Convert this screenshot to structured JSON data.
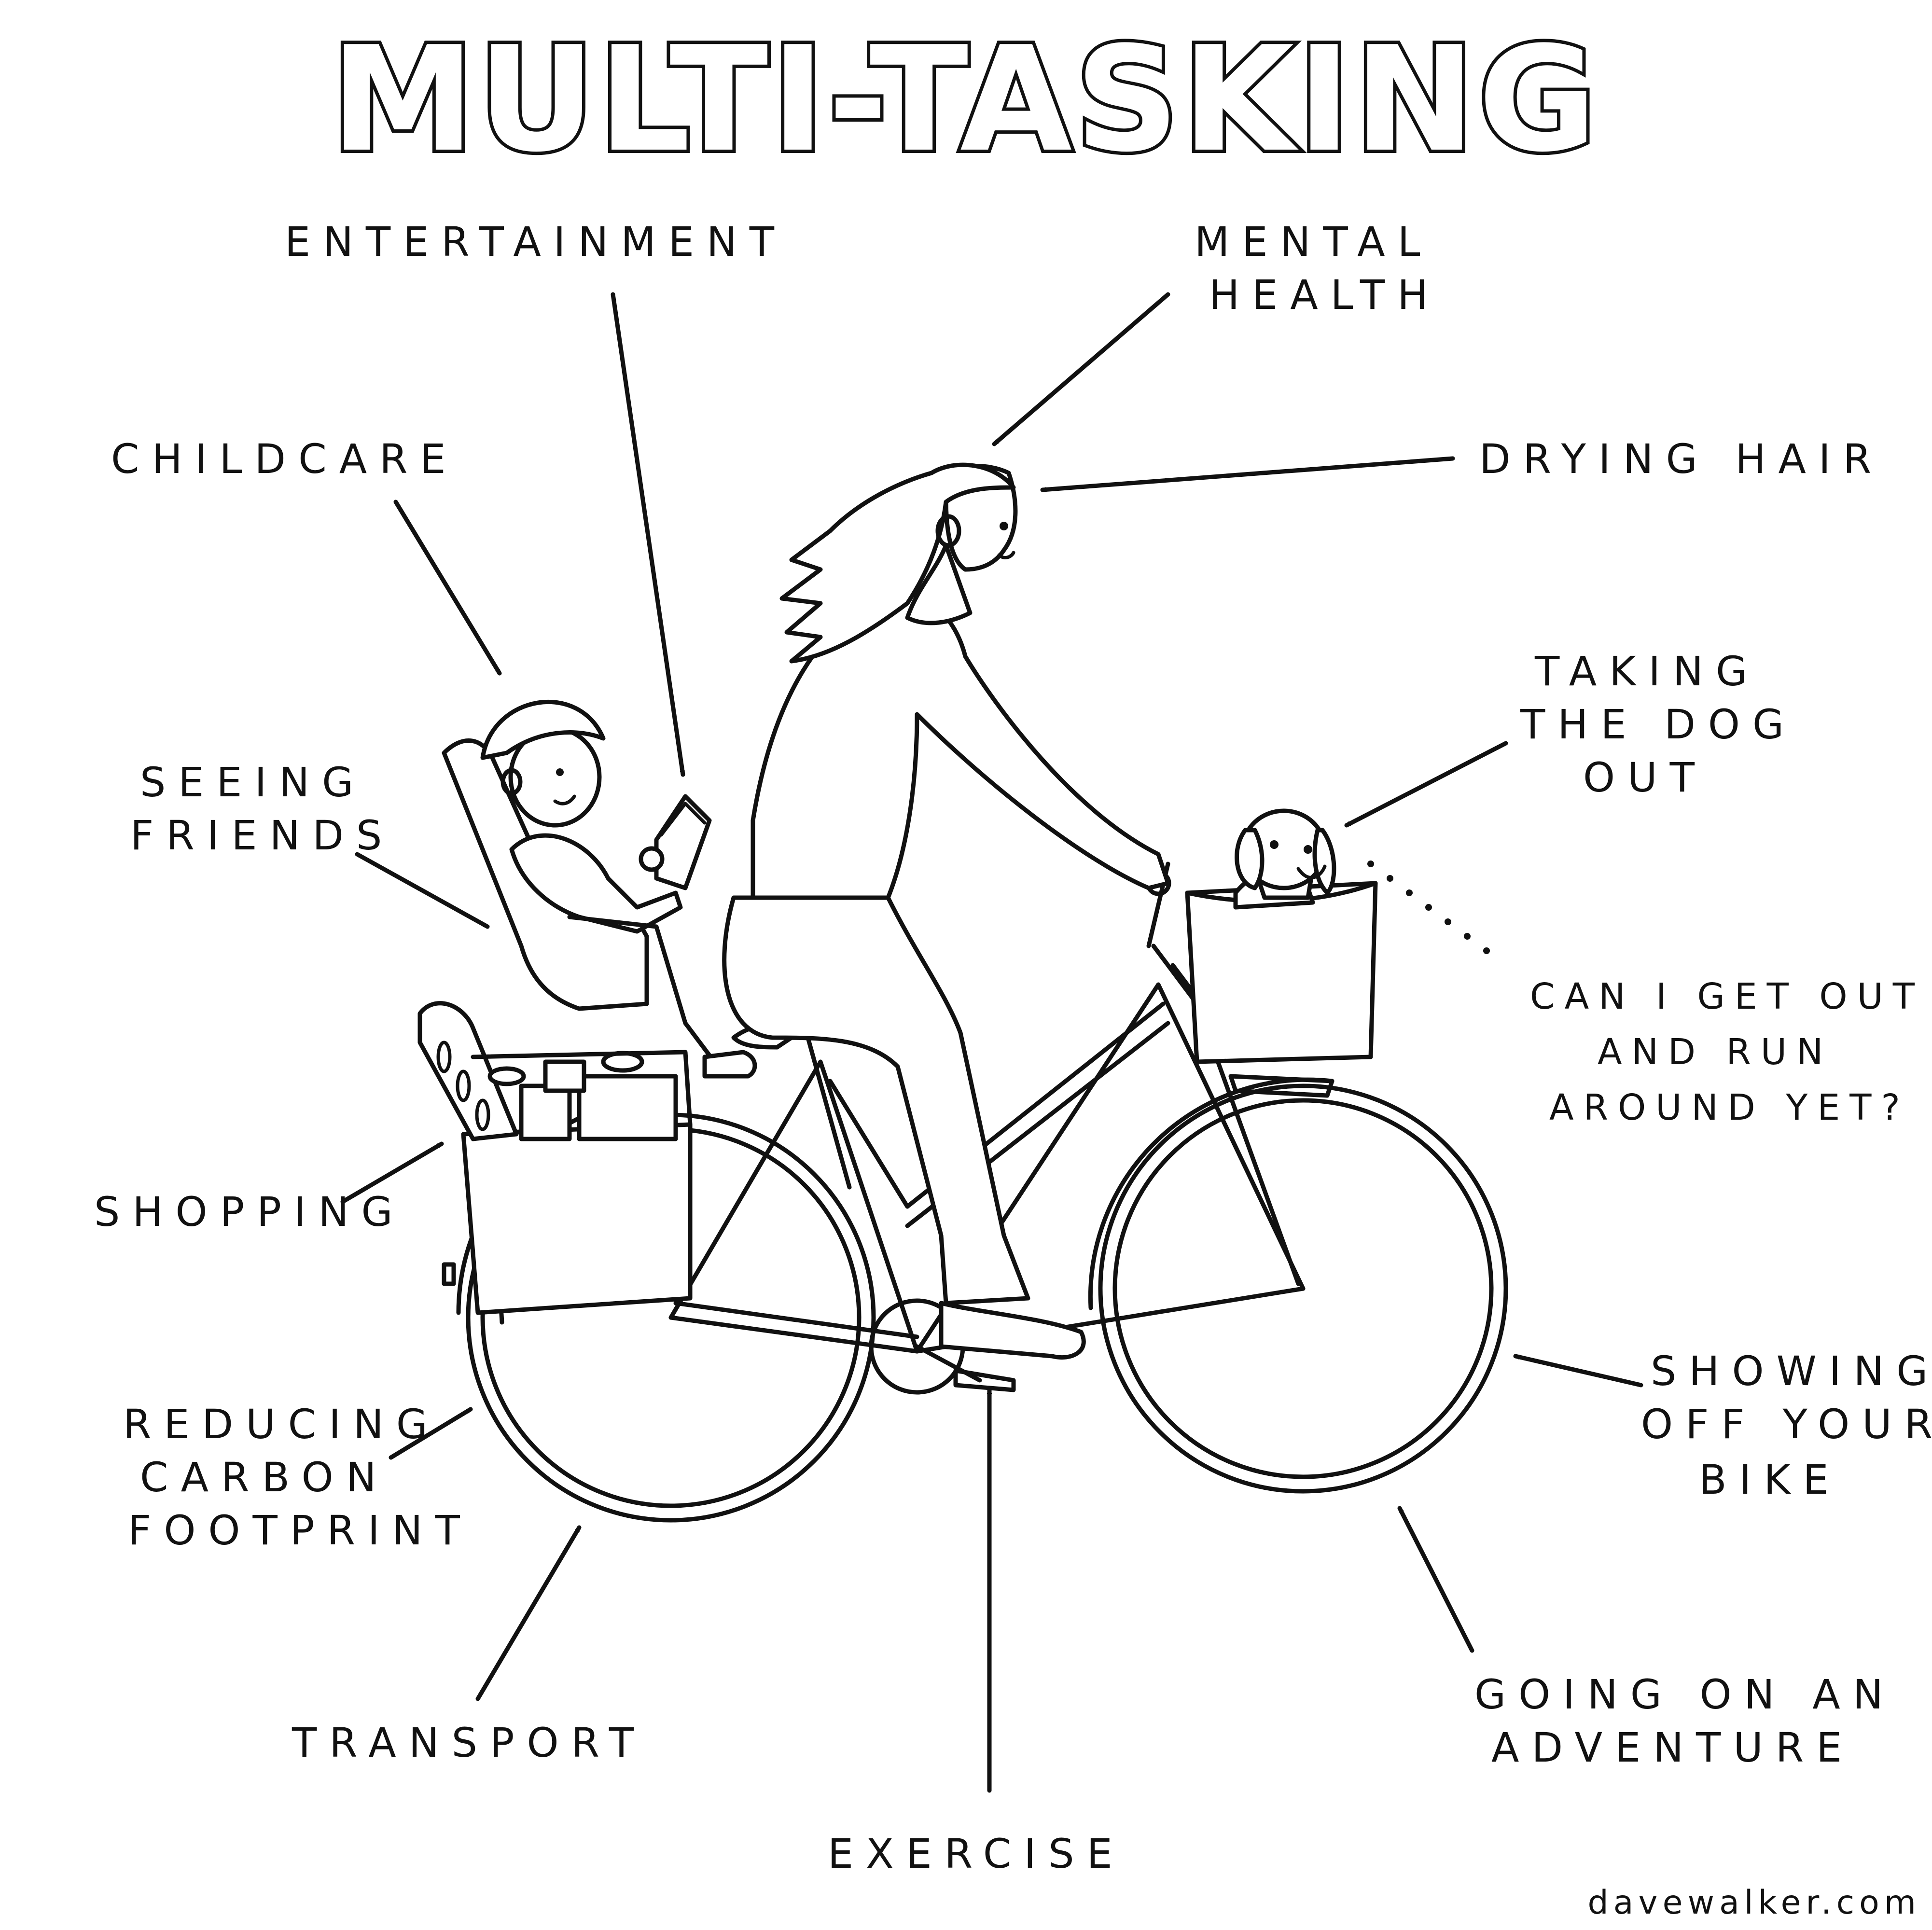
{
  "title": "MULTI-TASKING",
  "credit": "davewalker.com",
  "labels": {
    "entertainment": "ENTERTAINMENT",
    "mental_health_1": "MENTAL",
    "mental_health_2": "HEALTH",
    "childcare": "CHILDCARE",
    "drying_hair": "DRYING HAIR",
    "taking_dog_1": "TAKING",
    "taking_dog_2": "THE DOG",
    "taking_dog_3": "OUT",
    "seeing_friends_1": "SEEING",
    "seeing_friends_2": "FRIENDS",
    "dog_speech_1": "CAN I GET OUT",
    "dog_speech_2": "AND RUN",
    "dog_speech_3": "AROUND YET?",
    "shopping": "SHOPPING",
    "showing_off_1": "SHOWING",
    "showing_off_2": "OFF YOUR",
    "showing_off_3": "BIKE",
    "reducing_1": "REDUCING",
    "reducing_2": "CARBON",
    "reducing_3": "FOOTPRINT",
    "transport": "TRANSPORT",
    "adventure_1": "GOING ON AN",
    "adventure_2": "ADVENTURE",
    "exercise": "EXERCISE"
  },
  "colors": {
    "ink": "#111111",
    "paper": "#ffffff"
  }
}
